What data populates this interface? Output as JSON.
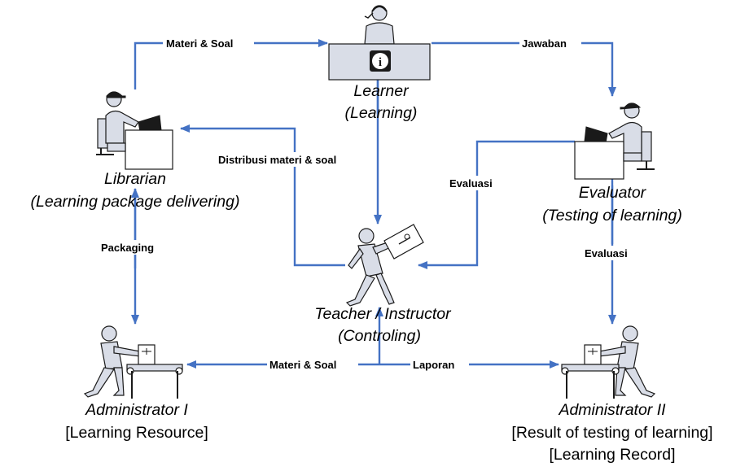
{
  "nodes": {
    "learner": {
      "name": "Learner",
      "role": "(Learning)"
    },
    "librarian": {
      "name": "Librarian",
      "role": "(Learning package delivering)"
    },
    "evaluator": {
      "name": "Evaluator",
      "role": "(Testing of learning)"
    },
    "teacher": {
      "name": "Teacher / Instructor",
      "role": "(Controling)"
    },
    "admin1": {
      "name": "Administrator I",
      "role": "[Learning Resource]"
    },
    "admin2": {
      "name": "Administrator II",
      "role": "[Result of testing of learning]",
      "role2": "[Learning Record]"
    }
  },
  "edges": {
    "materi_soal_top": "Materi & Soal",
    "jawaban": "Jawaban",
    "distribusi": "Distribusi materi & soal",
    "evaluasi_left": "Evaluasi",
    "evaluasi_right": "Evaluasi",
    "packaging": "Packaging",
    "materi_soal_bottom": "Materi & Soal",
    "laporan": "Laporan"
  },
  "colors": {
    "connector": "#4472c4",
    "figure_fill": "#d9dde7",
    "outline": "#1a1a1a"
  },
  "icons": {
    "learner": "person-at-desk-with-headset",
    "librarian": "person-at-computer-desk",
    "evaluator": "person-at-computer-desk",
    "teacher": "walking-person-with-envelope",
    "admin1": "person-at-conveyor",
    "admin2": "person-at-conveyor",
    "info": "info-icon"
  }
}
